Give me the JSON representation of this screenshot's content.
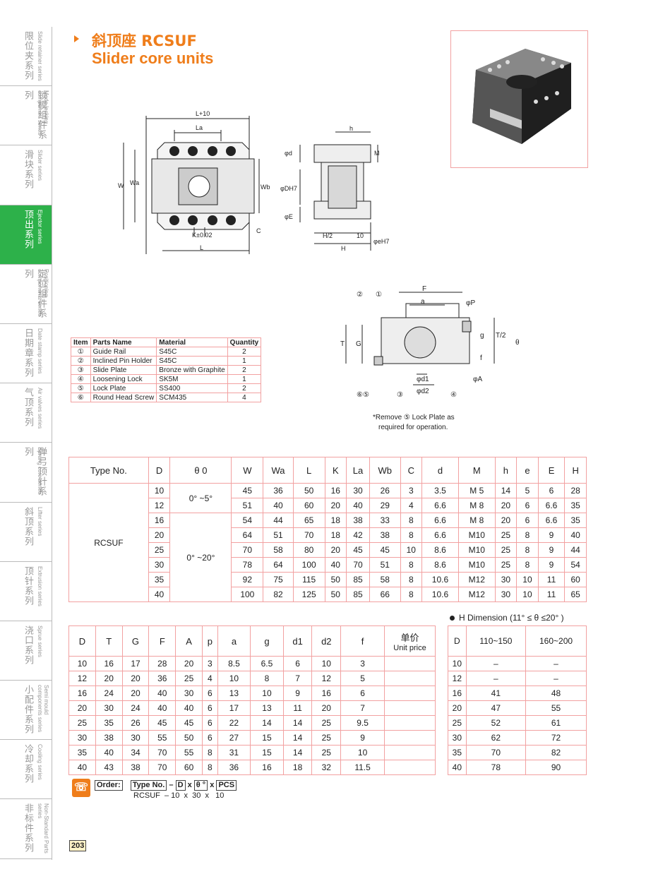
{
  "title": {
    "zh": "斜顶座 RCSUF",
    "en": "Slider core units"
  },
  "sidebar": [
    {
      "zh": "限位夹系列",
      "en": "Slide retainer series"
    },
    {
      "zh": "锁模组件系列",
      "en": "Mode locking component series"
    },
    {
      "zh": "滑块系列",
      "en": "Slider series"
    },
    {
      "zh": "顶出系列",
      "en": "Ejector series",
      "active": true
    },
    {
      "zh": "定位组件系列",
      "en": "Positioning components series"
    },
    {
      "zh": "日期章系列",
      "en": "Date stamp series"
    },
    {
      "zh": "气顶系列",
      "en": "Air valves series"
    },
    {
      "zh": "弹弓顶针系列",
      "en": "Sprung core series"
    },
    {
      "zh": "斜顶系列",
      "en": "Lifter series"
    },
    {
      "zh": "顶针系列",
      "en": "Extrusion series"
    },
    {
      "zh": "浇口系列",
      "en": "Sprue series"
    },
    {
      "zh": "小配件系列",
      "en": "Semi mould components series"
    },
    {
      "zh": "冷却系列",
      "en": "Cooling series"
    },
    {
      "zh": "非标件系列",
      "en": "Non-Standard Parts series"
    }
  ],
  "drawing_labels": {
    "L10": "L+10",
    "La": "La",
    "Wa": "Wa",
    "W": "W",
    "Wb": "Wb",
    "K": "K±0.02",
    "L": "L",
    "C": "C",
    "h": "h",
    "d": "φd",
    "M": "M",
    "DH7": "φDH7",
    "E": "φE",
    "H2": "H/2",
    "ten": "10",
    "H": "H",
    "eH7": "φeH7",
    "F": "F",
    "a": "a",
    "P": "φP",
    "T": "T",
    "G": "G",
    "g": "g",
    "T2": "T/2",
    "theta": "θ",
    "f": "f",
    "A": "φA",
    "d1": "φd1",
    "d2": "φd2"
  },
  "parts_table": {
    "headers": [
      "Item",
      "Parts Name",
      "Material",
      "Quantity"
    ],
    "rows": [
      [
        "①",
        "Guide Rail",
        "S45C",
        "2"
      ],
      [
        "②",
        "Inclined Pin Holder",
        "S45C",
        "1"
      ],
      [
        "③",
        "Slide Plate",
        "Bronze with Graphite",
        "2"
      ],
      [
        "④",
        "Loosening Lock",
        "SK5M",
        "1"
      ],
      [
        "⑤",
        "Lock Plate",
        "SS400",
        "2"
      ],
      [
        "⑥",
        "Round Head Screw",
        "SCM435",
        "4"
      ]
    ]
  },
  "note": {
    "line1": "*Remove ⑤ Lock Plate as",
    "line2": "required for operation."
  },
  "main_table": {
    "headers": [
      "Type No.",
      "D",
      "θ 0",
      "W",
      "Wa",
      "L",
      "K",
      "La",
      "Wb",
      "C",
      "d",
      "M",
      "h",
      "e",
      "E",
      "H"
    ],
    "type": "RCSUF",
    "angle1": "0° ~5°",
    "angle2": "0° ~20°",
    "rows": [
      [
        "10",
        "45",
        "36",
        "50",
        "16",
        "30",
        "26",
        "3",
        "3.5",
        "M 5",
        "14",
        "5",
        "6",
        "28"
      ],
      [
        "12",
        "51",
        "40",
        "60",
        "20",
        "40",
        "29",
        "4",
        "6.6",
        "M 8",
        "20",
        "6",
        "6.6",
        "35"
      ],
      [
        "16",
        "54",
        "44",
        "65",
        "18",
        "38",
        "33",
        "8",
        "6.6",
        "M 8",
        "20",
        "6",
        "6.6",
        "35"
      ],
      [
        "20",
        "64",
        "51",
        "70",
        "18",
        "42",
        "38",
        "8",
        "6.6",
        "M10",
        "25",
        "8",
        "9",
        "40"
      ],
      [
        "25",
        "70",
        "58",
        "80",
        "20",
        "45",
        "45",
        "10",
        "8.6",
        "M10",
        "25",
        "8",
        "9",
        "44"
      ],
      [
        "30",
        "78",
        "64",
        "100",
        "40",
        "70",
        "51",
        "8",
        "8.6",
        "M10",
        "25",
        "8",
        "9",
        "54"
      ],
      [
        "35",
        "92",
        "75",
        "115",
        "50",
        "85",
        "58",
        "8",
        "10.6",
        "M12",
        "30",
        "10",
        "11",
        "60"
      ],
      [
        "40",
        "100",
        "82",
        "125",
        "50",
        "85",
        "66",
        "8",
        "10.6",
        "M12",
        "30",
        "10",
        "11",
        "65"
      ]
    ]
  },
  "bottom_table": {
    "headers": [
      "D",
      "T",
      "G",
      "F",
      "A",
      "p",
      "a",
      "g",
      "d1",
      "d2",
      "f"
    ],
    "price_zh": "单价",
    "price_en": "Unit price",
    "rows": [
      [
        "10",
        "16",
        "17",
        "28",
        "20",
        "3",
        "8.5",
        "6.5",
        "6",
        "10",
        "3"
      ],
      [
        "12",
        "20",
        "20",
        "36",
        "25",
        "4",
        "10",
        "8",
        "7",
        "12",
        "5"
      ],
      [
        "16",
        "24",
        "20",
        "40",
        "30",
        "6",
        "13",
        "10",
        "9",
        "16",
        "6"
      ],
      [
        "20",
        "30",
        "24",
        "40",
        "40",
        "6",
        "17",
        "13",
        "11",
        "20",
        "7"
      ],
      [
        "25",
        "35",
        "26",
        "45",
        "45",
        "6",
        "22",
        "14",
        "14",
        "25",
        "9.5"
      ],
      [
        "30",
        "38",
        "30",
        "55",
        "50",
        "6",
        "27",
        "15",
        "14",
        "25",
        "9"
      ],
      [
        "35",
        "40",
        "34",
        "70",
        "55",
        "8",
        "31",
        "15",
        "14",
        "25",
        "10"
      ],
      [
        "40",
        "43",
        "38",
        "70",
        "60",
        "8",
        "36",
        "16",
        "18",
        "32",
        "11.5"
      ]
    ]
  },
  "h_dimension": {
    "title": "H Dimension (11° ≤ θ ≤20° )",
    "headers": [
      "D",
      "110~150",
      "160~200"
    ],
    "rows": [
      [
        "10",
        "–",
        "–"
      ],
      [
        "12",
        "–",
        "–"
      ],
      [
        "16",
        "41",
        "48"
      ],
      [
        "20",
        "47",
        "55"
      ],
      [
        "25",
        "52",
        "61"
      ],
      [
        "30",
        "62",
        "72"
      ],
      [
        "35",
        "70",
        "82"
      ],
      [
        "40",
        "78",
        "90"
      ]
    ]
  },
  "order": {
    "label": "Order:",
    "type_no": "Type No.",
    "dash": "–",
    "D": "D",
    "x": "x",
    "theta": "θ °",
    "pcs": "PCS",
    "example": "RCSUF  – 10  x  30  x   10"
  },
  "page_number": "203"
}
